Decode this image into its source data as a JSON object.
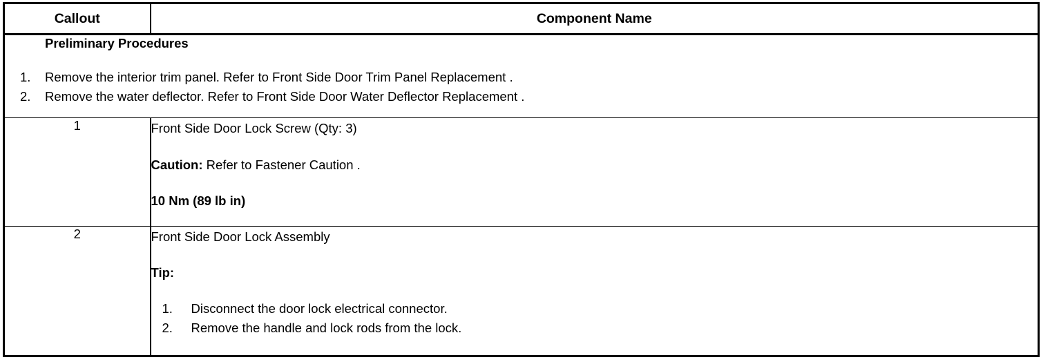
{
  "table": {
    "headers": {
      "callout": "Callout",
      "component_name": "Component Name"
    },
    "preliminary": {
      "title": "Preliminary Procedures",
      "steps": [
        {
          "num": "1.",
          "text": "Remove the interior trim panel. Refer to Front Side Door Trim Panel Replacement ."
        },
        {
          "num": "2.",
          "text": "Remove the water deflector. Refer to Front Side Door Water Deflector Replacement ."
        }
      ]
    },
    "rows": [
      {
        "callout": "1",
        "name": "Front Side Door Lock Screw (Qty: 3)",
        "caution_label": "Caution:",
        "caution_text": " Refer to Fastener Caution .",
        "torque": "10 Nm (89 lb in)"
      },
      {
        "callout": "2",
        "name": "Front Side Door Lock Assembly",
        "tip_label": "Tip:",
        "tip_steps": [
          {
            "num": "1.",
            "text": "Disconnect the door lock electrical connector."
          },
          {
            "num": "2.",
            "text": "Remove the handle and lock rods from the lock."
          }
        ]
      }
    ]
  },
  "colors": {
    "border": "#000000",
    "text": "#000000",
    "background": "#ffffff"
  }
}
